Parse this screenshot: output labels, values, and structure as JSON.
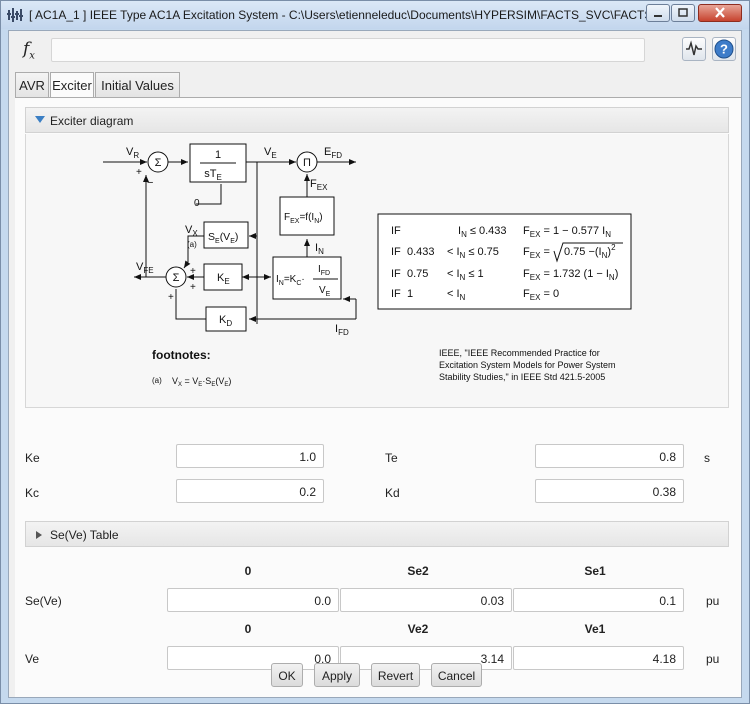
{
  "window": {
    "title": "[ AC1A_1 ]  IEEE Type AC1A Excitation System - C:\\Users\\etienneleduc\\Documents\\HYPERSIM\\FACTS_SVC\\FACTS..."
  },
  "toolbar": {
    "fx_label": "f",
    "fx_sub": "x",
    "help_glyph": "?"
  },
  "tabs": [
    {
      "label": "AVR"
    },
    {
      "label": "Exciter"
    },
    {
      "label": "Initial Values"
    }
  ],
  "diagram_section": {
    "header": "Exciter diagram",
    "diagram": {
      "vr": "V",
      "vr_sub": "R",
      "sigma": "Σ",
      "block1_num": "1",
      "block1_den": "sT",
      "block1_den_sub": "E",
      "zero": "0",
      "ve": "V",
      "ve_sub": "E",
      "pi": "Π",
      "efd": "E",
      "efd_sub": "FD",
      "fex": "F",
      "fex_sub": "EX",
      "fex_block": "F",
      "fex_block_sub": "EX",
      "fex_block_rest": "=f(I",
      "fex_block_sub2": "N",
      "fex_block_end": ")",
      "in": "I",
      "in_sub": "N",
      "vx": "V",
      "vx_sub": "X",
      "a": "(a)",
      "se_block": "S",
      "se_block_sub": "E",
      "se_block_rest": "(V",
      "se_block_sub2": "E",
      "se_block_end": ")",
      "ke_block": "K",
      "ke_block_sub": "E",
      "in_block_lhs": "I",
      "in_block_lhs_sub": "N",
      "in_block_mid": "=K",
      "in_block_mid_sub": "C",
      "in_block_dot": "·",
      "in_block_num": "I",
      "in_block_num_sub": "FD",
      "in_block_den": "V",
      "in_block_den_sub": "E",
      "vfe": "V",
      "vfe_sub": "FE",
      "kd_block": "K",
      "kd_block_sub": "D",
      "ifd": "I",
      "ifd_sub": "FD",
      "plus": "+",
      "minus": "−",
      "footnotes_title": "footnotes:",
      "footnote_a_label": "(a)",
      "footnote_a_text": "V",
      "footnote_a_sub": "X",
      "footnote_a_eq": " = V",
      "footnote_a_sub2": "E",
      "footnote_a_dot": "·S",
      "footnote_a_sub3": "E",
      "footnote_a_end": "(V",
      "footnote_a_sub4": "E",
      "footnote_a_close": ")",
      "rules": [
        {
          "cond_if": "IF",
          "cond_lo": "",
          "cond_rel": "I",
          "cond_rel_sub": "N",
          "cond_op": " ≤ 0.433",
          "res": "F",
          "res_sub": "EX",
          "res_rest": " = 1 − 0.577 I",
          "res_sub2": "N"
        },
        {
          "cond_if": "IF",
          "cond_lo": "0.433",
          "cond_rel": "< I",
          "cond_rel_sub": "N",
          "cond_op": " ≤ 0.75",
          "res": "F",
          "res_sub": "EX",
          "res_rest": " = ",
          "res_sqrt": "0.75 −(I",
          "res_sqrt_sub": "N",
          "res_sqrt_end": ")",
          "res_sqrt_sup": "2"
        },
        {
          "cond_if": "IF",
          "cond_lo": "0.75",
          "cond_rel": "< I",
          "cond_rel_sub": "N",
          "cond_op": " ≤ 1",
          "res": "F",
          "res_sub": "EX",
          "res_rest": " = 1.732 (1 − I",
          "res_sub2": "N",
          "res_end": ")"
        },
        {
          "cond_if": "IF",
          "cond_lo": "1",
          "cond_rel": "< I",
          "cond_rel_sub": "N",
          "cond_op": "",
          "res": "F",
          "res_sub": "EX",
          "res_rest": " = 0"
        }
      ],
      "reference": [
        "IEEE, \"IEEE Recommended Practice for",
        "Excitation System Models for Power System",
        "Stability Studies,\" in IEEE Std 421.5-2005"
      ]
    }
  },
  "params": {
    "ke_label": "Ke",
    "ke_value": "1.0",
    "te_label": "Te",
    "te_value": "0.8",
    "te_unit": "s",
    "kc_label": "Kc",
    "kc_value": "0.2",
    "kd_label": "Kd",
    "kd_value": "0.38"
  },
  "se_section": {
    "header": "Se(Ve) Table",
    "row1_headers": [
      "0",
      "Se2",
      "Se1"
    ],
    "row1_label": "Se(Ve)",
    "row1_values": [
      "0.0",
      "0.03",
      "0.1"
    ],
    "row1_unit": "pu",
    "row2_headers": [
      "0",
      "Ve2",
      "Ve1"
    ],
    "row2_label": "Ve",
    "row2_values": [
      "0.0",
      "3.14",
      "4.18"
    ],
    "row2_unit": "pu"
  },
  "buttons": {
    "ok": "OK",
    "apply": "Apply",
    "revert": "Revert",
    "cancel": "Cancel"
  }
}
